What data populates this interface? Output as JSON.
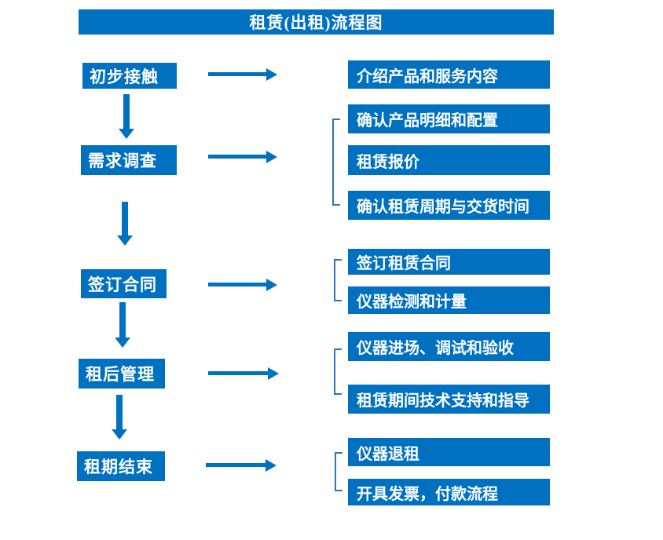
{
  "title": "租赁(出租)流程图",
  "colors": {
    "primary": "#0070C0",
    "bracket": "#2E75B6",
    "text_on_primary": "#FFFFFF",
    "background": "#FFFFFF"
  },
  "flow": {
    "steps": [
      {
        "label": "初步接触",
        "details": [
          "介绍产品和服务内容"
        ]
      },
      {
        "label": "需求调查",
        "details": [
          "确认产品明细和配置",
          "租赁报价",
          "确认租赁周期与交货时间"
        ]
      },
      {
        "label": "签订合同",
        "details": [
          "签订租赁合同",
          "仪器检测和计量"
        ]
      },
      {
        "label": "租后管理",
        "details": [
          "仪器进场、调试和验收",
          "租赁期间技术支持和指导"
        ]
      },
      {
        "label": "租期结束",
        "details": [
          "仪器退租",
          "开具发票，付款流程"
        ]
      }
    ]
  }
}
